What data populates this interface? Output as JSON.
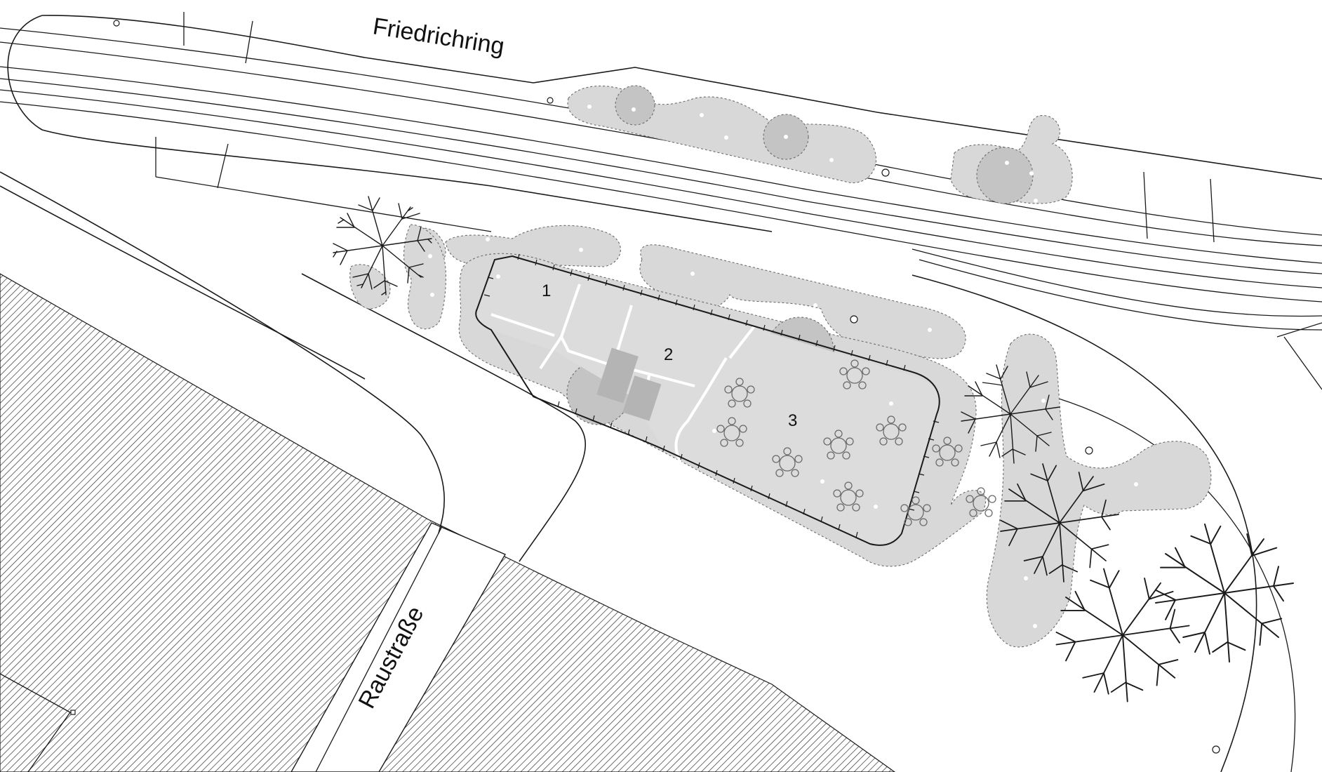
{
  "map": {
    "streets": [
      {
        "id": "friedrichring",
        "label": "Friedrichring"
      },
      {
        "id": "raustrasse",
        "label": "Raustraße"
      }
    ],
    "zones": [
      {
        "id": "zone-1",
        "label": "1"
      },
      {
        "id": "zone-2",
        "label": "2"
      },
      {
        "id": "zone-3",
        "label": "3"
      }
    ],
    "colors": {
      "green_area": "#d8d8d8",
      "building": "#dcdcdc",
      "lines": "#1a1a1a",
      "background": "#ffffff"
    },
    "icons": [
      "tree-symbol-icon",
      "table-with-chairs-icon",
      "lamp-post-icon"
    ]
  }
}
